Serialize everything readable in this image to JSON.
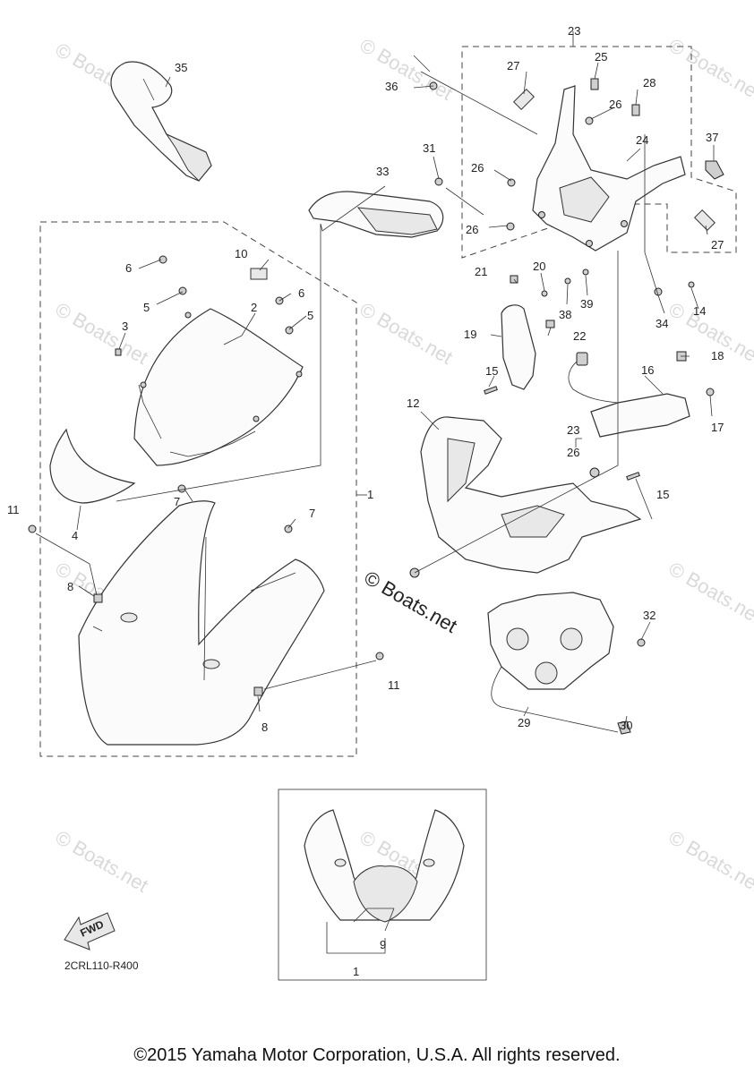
{
  "diagram": {
    "part_code": "2CRL110-R400",
    "fwd_label": "FWD",
    "watermark": "© Boats.net",
    "watermark_center": "© Boats.net",
    "callouts": {
      "c1a": "1",
      "c1b": "1",
      "c2": "2",
      "c3": "3",
      "c4": "4",
      "c5a": "5",
      "c5b": "5",
      "c6a": "6",
      "c6b": "6",
      "c7a": "7",
      "c7b": "7",
      "c8a": "8",
      "c8b": "8",
      "c9": "9",
      "c10": "10",
      "c11a": "11",
      "c11b": "11",
      "c12": "12",
      "c14": "14",
      "c15a": "15",
      "c15b": "15",
      "c16": "16",
      "c17": "17",
      "c18": "18",
      "c19": "19",
      "c20": "20",
      "c21": "21",
      "c22": "22",
      "c23a": "23",
      "c23b": "23",
      "c24": "24",
      "c25": "25",
      "c26a": "26",
      "c26b": "26",
      "c26c": "26",
      "c26d": "26",
      "c27a": "27",
      "c27b": "27",
      "c28": "28",
      "c29": "29",
      "c30": "30",
      "c31": "31",
      "c32": "32",
      "c33": "33",
      "c34": "34",
      "c35": "35",
      "c36": "36",
      "c37": "37",
      "c38": "38",
      "c39": "39"
    }
  },
  "footer": {
    "copyright": "©2015 Yamaha Motor Corporation, U.S.A. All rights reserved."
  }
}
